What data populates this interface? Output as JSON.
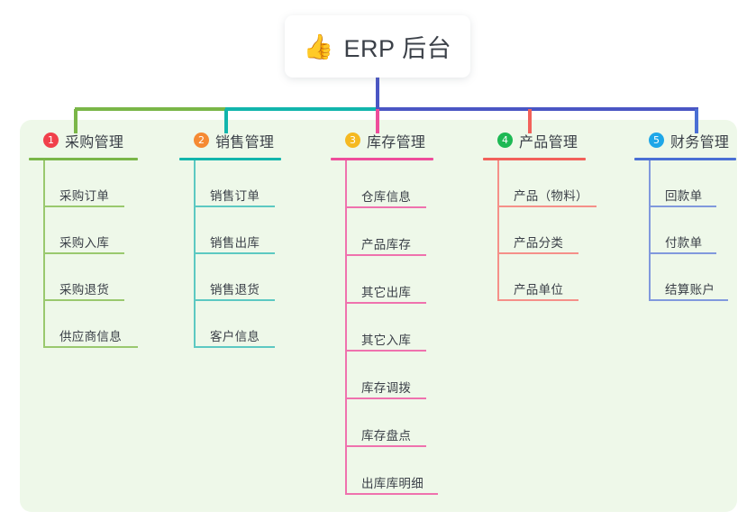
{
  "diagram": {
    "type": "org-chart",
    "root": {
      "icon": "thumbs-up-icon",
      "emoji": "👍",
      "label": "ERP 后台"
    },
    "palette": {
      "page_background": "#ffffff",
      "panel_background": "#eef8e9",
      "text": "#3b4048",
      "card_background": "#ffffff"
    },
    "branches": [
      {
        "number": "1",
        "label": "采购管理",
        "badge_color": "#f1404b",
        "line_color": "#7ab648",
        "items": [
          "采购订单",
          "采购入库",
          "采购退货",
          "供应商信息"
        ]
      },
      {
        "number": "2",
        "label": "销售管理",
        "badge_color": "#f58a33",
        "line_color": "#12b5ac",
        "items": [
          "销售订单",
          "销售出库",
          "销售退货",
          "客户信息"
        ]
      },
      {
        "number": "3",
        "label": "库存管理",
        "badge_color": "#f5b921",
        "line_color": "#ee4d9b",
        "items": [
          "仓库信息",
          "产品库存",
          "其它出库",
          "其它入库",
          "库存调拨",
          "库存盘点",
          "出库库明细"
        ]
      },
      {
        "number": "4",
        "label": "产品管理",
        "badge_color": "#1db954",
        "line_color": "#f2615a",
        "items": [
          "产品（物料）",
          "产品分类",
          "产品单位"
        ]
      },
      {
        "number": "5",
        "label": "财务管理",
        "badge_color": "#1ea7e8",
        "line_color": "#4a6fd4",
        "items": [
          "回款单",
          "付款单",
          "结算账户"
        ]
      }
    ],
    "connector_colors": {
      "trunk": "#4a56c4",
      "segment_1": "#7ab648",
      "segment_2": "#12b5ac",
      "segment_3": "#4a56c4",
      "drop_1": "#7ab648",
      "drop_2": "#12b5ac",
      "drop_3": "#ee4d9b",
      "drop_4": "#f2615a",
      "drop_5": "#4a6fd4"
    }
  }
}
